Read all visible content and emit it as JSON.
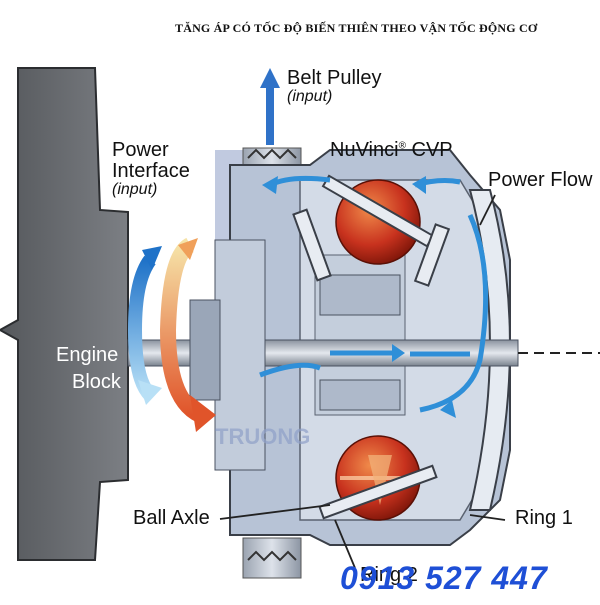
{
  "title": "TĂNG ÁP CÓ TỐC ĐỘ BIẾN THIÊN THEO VẬN TỐC ĐỘNG CƠ",
  "labels": {
    "belt_pulley": "Belt Pulley",
    "belt_pulley_sub": "(input)",
    "power_interface_line1": "Power",
    "power_interface_line2": "Interface",
    "power_interface_sub": "(input)",
    "nuvinci": "NuVinci",
    "nuvinci_reg": "®",
    "nuvinci_suffix": " CVP",
    "power_flow": "Power Flow",
    "engine_block_line1": "Engine",
    "engine_block_line2": "Block",
    "ball_axle": "Ball Axle",
    "ring1": "Ring 1",
    "ring2": "Ring 2"
  },
  "watermark": "TRUONG",
  "phone": "0913 527 447",
  "colors": {
    "phone": "#1e4fd6",
    "flow_arrow": "#2f8fd8",
    "ball": "#c8321e",
    "engine_block": "#6b6e73"
  }
}
